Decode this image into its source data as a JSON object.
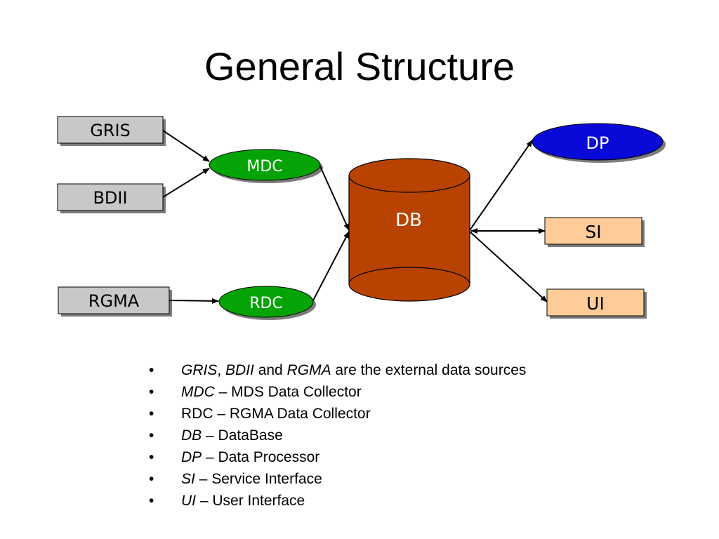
{
  "title": "General Structure",
  "nodes": {
    "gris": "GRIS",
    "bdii": "BDII",
    "rgma": "RGMA",
    "mdc": "MDC",
    "rdc": "RDC",
    "db": "DB",
    "dp": "DP",
    "si": "SI",
    "ui": "UI"
  },
  "colors": {
    "source_box": "#c8c8c8",
    "collector": "#06a306",
    "database": "#b84300",
    "processor": "#0a0ad8",
    "interface_box": "#ffcc99",
    "shadow": "#7c7c7c"
  },
  "legend": {
    "bullet": "•",
    "items": [
      [
        {
          "t": "GRIS",
          "i": true
        },
        {
          "t": ", ",
          "i": false
        },
        {
          "t": "BDII",
          "i": true
        },
        {
          "t": " and ",
          "i": false
        },
        {
          "t": "RGMA",
          "i": true
        },
        {
          "t": " are the external data sources",
          "i": false
        }
      ],
      [
        {
          "t": "MDC",
          "i": true
        },
        {
          "t": " – MDS Data Collector",
          "i": false
        }
      ],
      [
        {
          "t": "RDC – RGMA Data Collector",
          "i": false
        }
      ],
      [
        {
          "t": "DB",
          "i": true
        },
        {
          "t": " – DataBase",
          "i": false
        }
      ],
      [
        {
          "t": "DP",
          "i": true
        },
        {
          "t": " – Data Processor",
          "i": false
        }
      ],
      [
        {
          "t": "SI",
          "i": true
        },
        {
          "t": " – Service Interface",
          "i": false
        }
      ],
      [
        {
          "t": "UI",
          "i": true
        },
        {
          "t": " – User Interface",
          "i": false
        }
      ]
    ]
  }
}
